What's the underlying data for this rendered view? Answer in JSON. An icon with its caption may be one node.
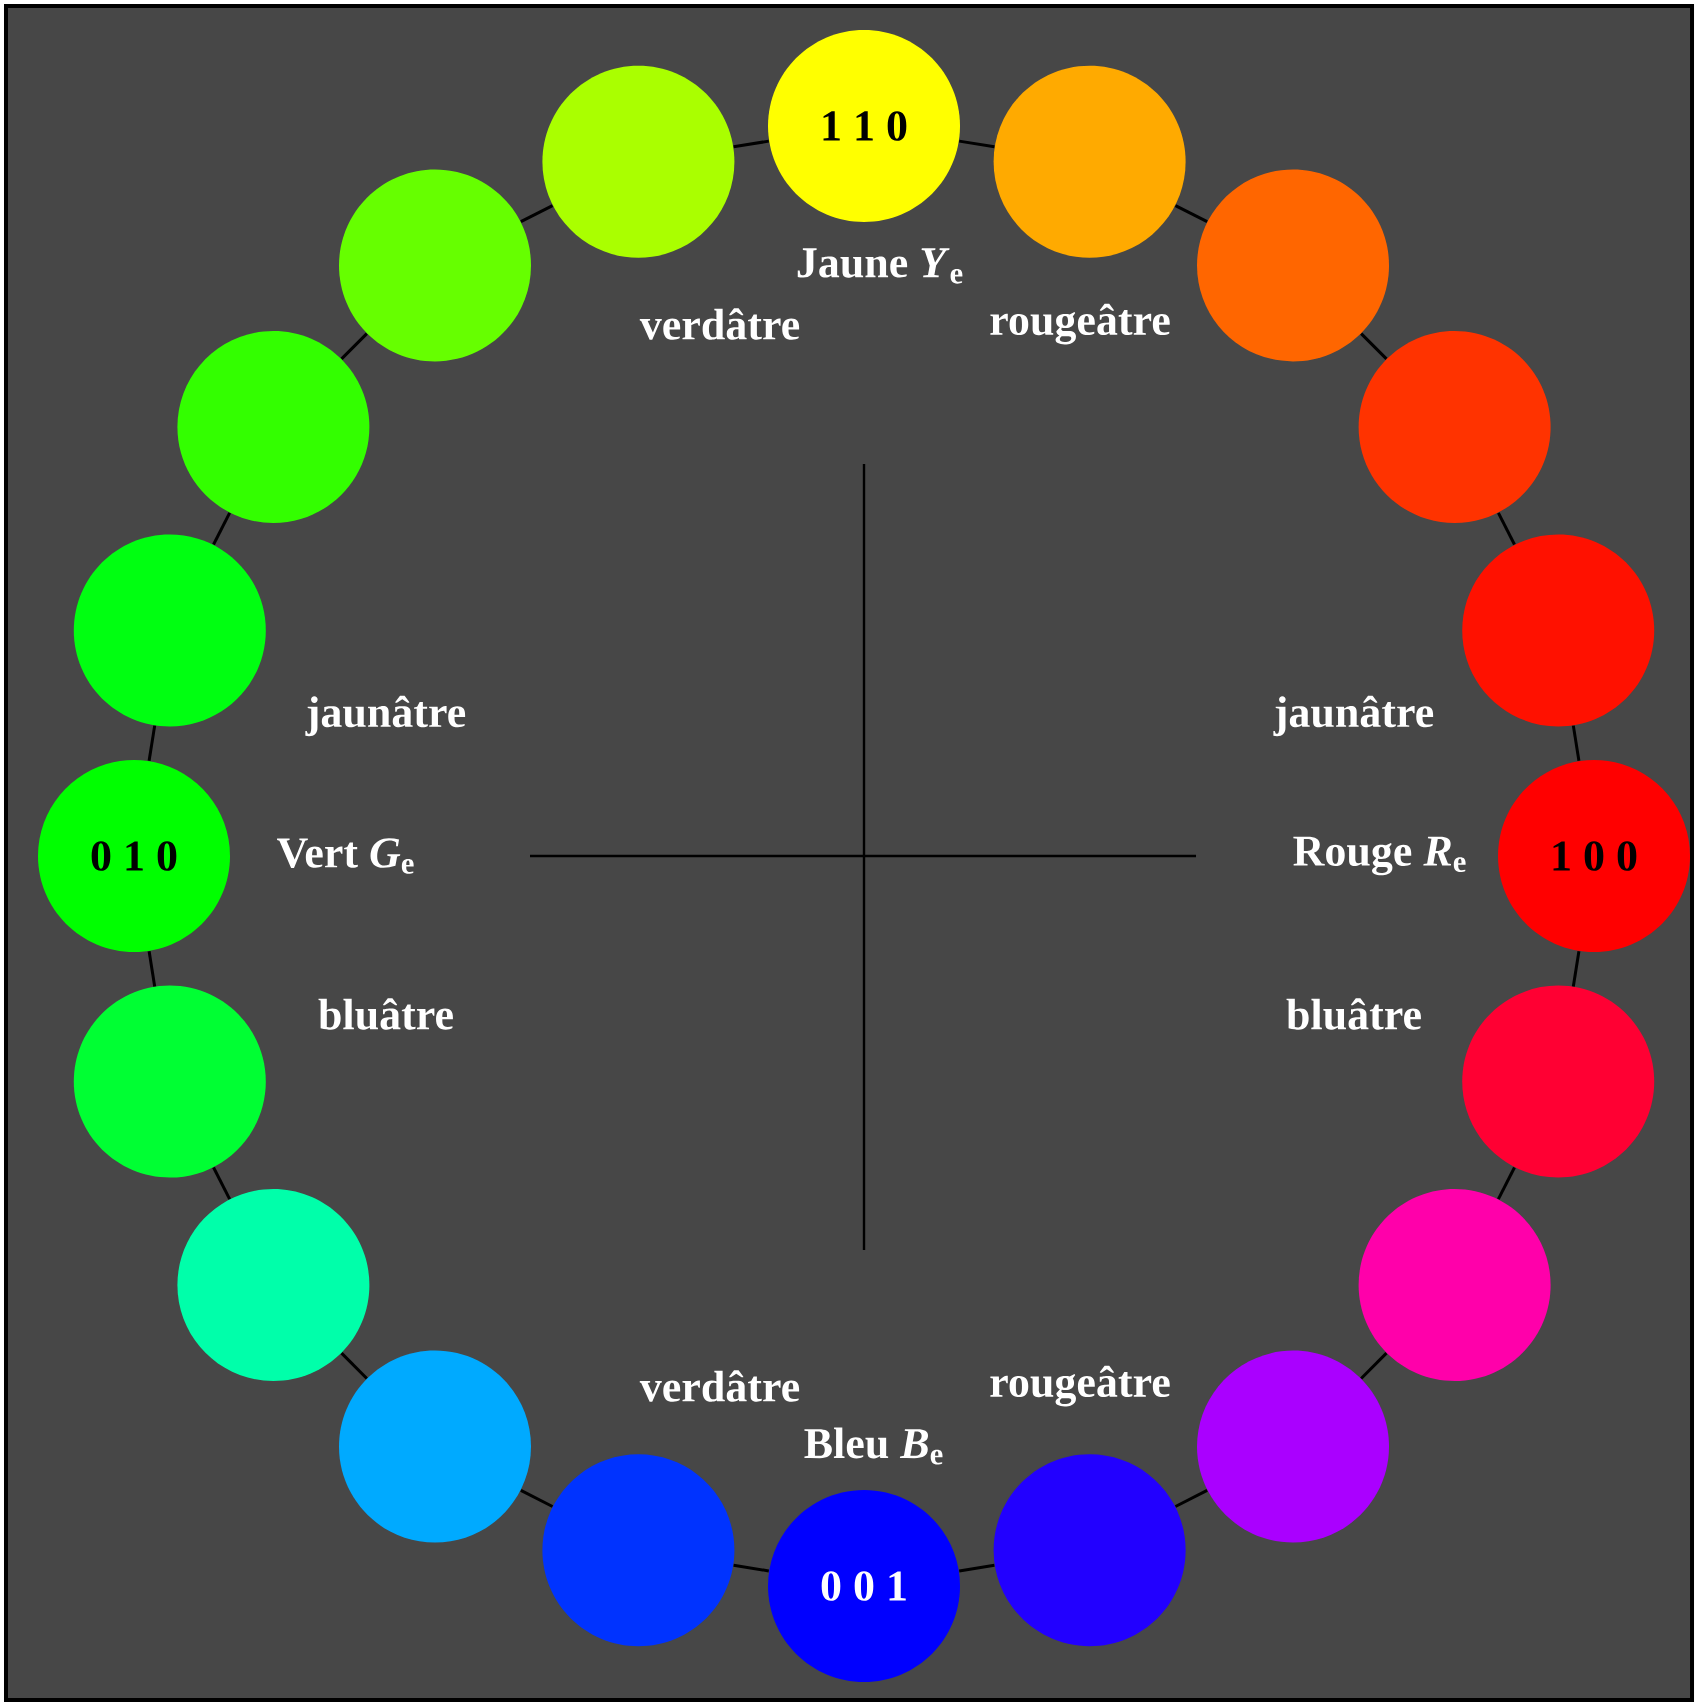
{
  "diagram": {
    "nodes": [
      {
        "text": [
          "1 1 0"
        ],
        "beside": [
          "Jaune *Y*$_{e}$"
        ]
      },
      {
        "text": [],
        "shape": "circle"
      },
      {
        "text": [],
        "shape": "circle"
      },
      {
        "text": [],
        "shape": "circle"
      },
      {
        "text": [],
        "shape": "circle"
      },
      {
        "text": [
          "1 0 0"
        ],
        "beside": [
          "Rouge *R*$_{e}$"
        ]
      },
      {
        "text": [],
        "shape": "circle"
      },
      {
        "text": [],
        "shape": "circle"
      },
      {
        "text": [],
        "shape": "circle"
      },
      {
        "text": [],
        "shape": "circle"
      },
      {
        "text": [
          "0 0 1"
        ],
        "beside": [
          "Bleu *B*$_{e}$"
        ]
      },
      {
        "text": [],
        "shape": "circle"
      },
      {
        "text": [],
        "shape": "circle"
      },
      {
        "text": [],
        "shape": "circle"
      },
      {
        "text": [],
        "shape": "circle"
      },
      {
        "text": [
          "0 1 0"
        ],
        "beside": [
          "Vert *G*$_{e}$"
        ]
      },
      {
        "text": [],
        "shape": "circle"
      },
      {
        "text": [],
        "shape": "circle"
      },
      {
        "text": [],
        "shape": "circle"
      },
      {
        "text": [],
        "shape": "circle"
      }
    ],
    "edges": [
      {
        "from": 0,
        "to": 1,
        "arrow": "none"
      },
      {
        "from": 1,
        "to": 2,
        "arrow": "none"
      },
      {
        "from": 2,
        "to": 3,
        "arrow": "none"
      },
      {
        "from": 3,
        "to": 4,
        "arrow": "none"
      },
      {
        "from": 4,
        "to": 5,
        "arrow": "none"
      },
      {
        "from": 5,
        "to": 6,
        "arrow": "none"
      },
      {
        "from": 6,
        "to": 7,
        "arrow": "none"
      },
      {
        "from": 7,
        "to": 8,
        "arrow": "none"
      },
      {
        "from": 8,
        "to": 9,
        "arrow": "none"
      },
      {
        "from": 9,
        "to": 10,
        "arrow": "none"
      },
      {
        "from": 10,
        "to": 11,
        "arrow": "none"
      },
      {
        "from": 11,
        "to": 12,
        "arrow": "none"
      },
      {
        "from": 12,
        "to": 13,
        "arrow": "none"
      },
      {
        "from": 13,
        "to": 14,
        "arrow": "none"
      },
      {
        "from": 14,
        "to": 15,
        "arrow": "none"
      },
      {
        "from": 15,
        "to": 16,
        "arrow": "none"
      },
      {
        "from": 16,
        "to": 17,
        "arrow": "none"
      },
      {
        "from": 17,
        "to": 18,
        "arrow": "none"
      },
      {
        "from": 18,
        "to": 19,
        "arrow": "none"
      },
      {
        "from": 19,
        "to": 0,
        "arrow": "none"
      }
    ],
    "labels": [
      "verdâtre",
      "rougeâtre",
      "jaunâtre",
      "jaunâtre",
      "bluâtre",
      "bluâtre",
      "verdâtre",
      "rougeâtre"
    ]
  }
}
